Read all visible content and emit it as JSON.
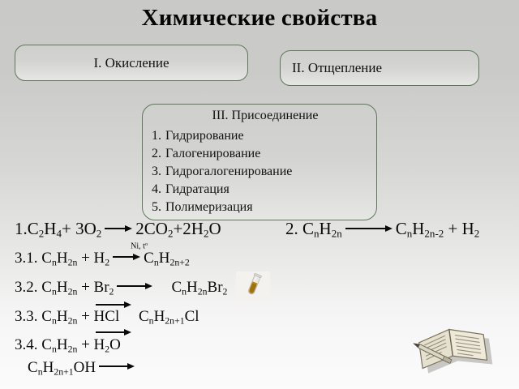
{
  "slide": {
    "title": "Химические свойства",
    "background_top_color": "#c9c9c7",
    "background_bottom_color": "#fbfbfb",
    "box_border_color": "#5c7a56",
    "text_color": "#0a0a0a"
  },
  "boxes": {
    "oxidation": {
      "label": "I. Окисление"
    },
    "elimination": {
      "label": "II. Отщепление"
    },
    "addition": {
      "heading": "III. Присоединение",
      "items": [
        {
          "num": "1.",
          "label": "Гидрирование"
        },
        {
          "num": "2.",
          "label": "Галогенирование"
        },
        {
          "num": "3.",
          "label": "Гидрогалогенирование"
        },
        {
          "num": "4.",
          "label": "Гидратация"
        },
        {
          "num": "5.",
          "label": "Полимеризация"
        }
      ]
    }
  },
  "equations": {
    "combustion": {
      "num": "1.",
      "left_1": "C",
      "left_1_sub": "2",
      "left_2": "H",
      "left_2_sub": "4",
      "plus": "+",
      "left_3_coef": "3",
      "left_3": "O",
      "left_3_sub": "2",
      "right_1_coef": "2",
      "right_1": "CO",
      "right_1_sub": "2",
      "right_plus": "+",
      "right_2_coef": "2",
      "right_2": "H",
      "right_2_sub": "2",
      "right_3": "O"
    },
    "dehydrogenation": {
      "num": "2.",
      "left_c": "C",
      "left_c_sub": "n",
      "left_h": "H",
      "left_h_sub": "2n",
      "right_c": "C",
      "right_c_sub": "n",
      "right_h": "H",
      "right_h_sub": "2n-2",
      "plus": "+",
      "right_h2": "H",
      "right_h2_sub": "2"
    },
    "hydrogenation": {
      "num": "3.1.",
      "left_c": "C",
      "left_c_sub": "n",
      "left_h": "H",
      "left_h_sub": "2n",
      "plus": "+",
      "reagent": "H",
      "reagent_sub": "2",
      "catalyst": "Ni, t",
      "catalyst_sup": "o",
      "product_c": "C",
      "product_c_sub": "n",
      "product_h": "H",
      "product_h_sub": "2n+2"
    },
    "halogenation": {
      "num": "3.2.",
      "left_c": "C",
      "left_c_sub": "n",
      "left_h": "H",
      "left_h_sub": "2n",
      "plus": "+",
      "reagent": "Br",
      "reagent_sub": "2",
      "product_c": "C",
      "product_c_sub": "n",
      "product_h": "H",
      "product_h_sub": "2n",
      "product_br": "Br",
      "product_br_sub": "2"
    },
    "hydrohalogenation": {
      "num": "3.3.",
      "left_c": "C",
      "left_c_sub": "n",
      "left_h": "H",
      "left_h_sub": "2n",
      "plus": "+",
      "reagent": "HCl",
      "product_c": "C",
      "product_c_sub": "n",
      "product_h": "H",
      "product_h_sub": "2n+1",
      "product_cl": "Cl"
    },
    "hydration": {
      "num": "3.4.",
      "left_c": "C",
      "left_c_sub": "n",
      "left_h": "H",
      "left_h_sub": "2n",
      "plus": "+",
      "reagent": "H",
      "reagent_sub": "2",
      "reagent_tail": "O",
      "product_c": "C",
      "product_c_sub": "n",
      "product_h": "H",
      "product_h_sub": "2n+1",
      "product_oh": "OH"
    }
  },
  "images": {
    "test_tube": {
      "name": "test-tube-bromine-image"
    },
    "book": {
      "name": "open-book-with-pen-image"
    }
  }
}
